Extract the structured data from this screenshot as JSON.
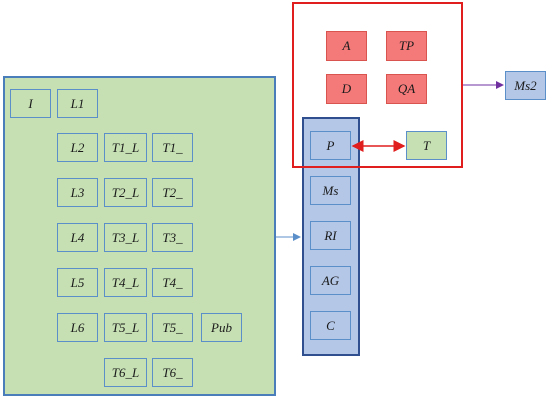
{
  "green_group": {
    "row1": [
      "I",
      "L1"
    ],
    "rows": [
      [
        "L2",
        "T1_L",
        "T1_"
      ],
      [
        "L3",
        "T2_L",
        "T2_"
      ],
      [
        "L4",
        "T3_L",
        "T3_"
      ],
      [
        "L5",
        "T4_L",
        "T4_"
      ],
      [
        "L6",
        "T5_L",
        "T5_",
        "Pub"
      ],
      [
        "",
        "T6_L",
        "T6_"
      ]
    ]
  },
  "blue_column": [
    "P",
    "Ms",
    "RI",
    "AG",
    "C"
  ],
  "red_group": [
    "A",
    "TP",
    "D",
    "QA"
  ],
  "right_nodes": {
    "t": "T",
    "ms2": "Ms2"
  },
  "colors": {
    "green_fill": "#c6e0b4",
    "blue_fill": "#b4c7e7",
    "red_fill": "#f47a7a",
    "red_frame": "#e01e1e",
    "arrow_blue": "#5b8fc9",
    "arrow_purple": "#7030a0",
    "arrow_red": "#e01e1e"
  }
}
